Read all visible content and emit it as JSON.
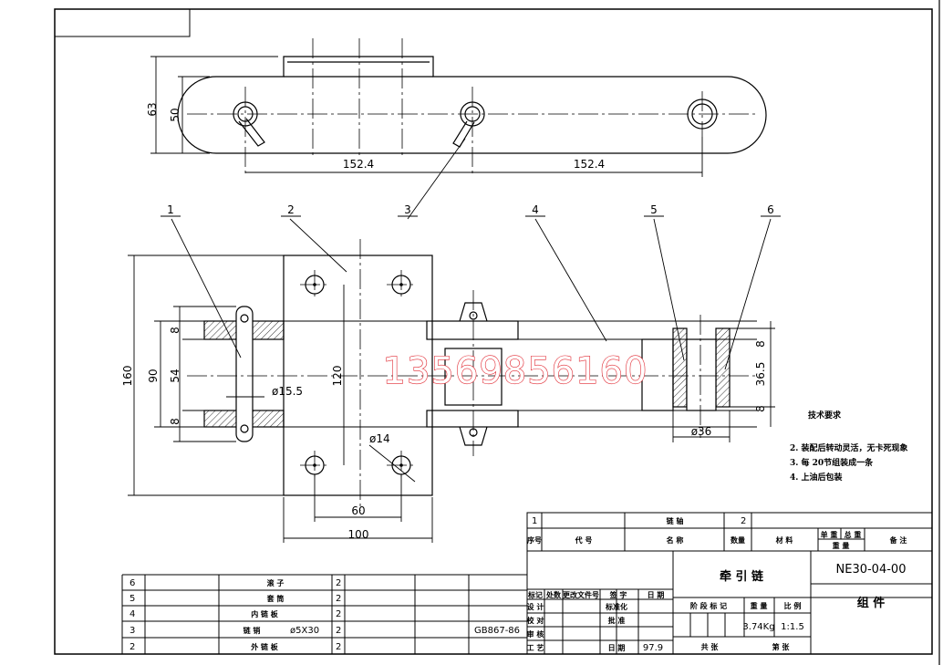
{
  "dimensions": {
    "top_height_outer": "63",
    "top_height_inner": "50",
    "pitch_left": "152.4",
    "pitch_right": "152.4",
    "overall_height": "160",
    "inner_height": "90",
    "link_height": "54",
    "plate_thick_top": "8",
    "plate_thick_bottom": "8",
    "hole_spacing_v": "120",
    "pin_diameter": "ø15.5",
    "hole_diameter": "ø14",
    "hole_spacing_h": "60",
    "plate_width": "100",
    "roller_dia": "ø36",
    "right_thick_top": "8",
    "right_width": "36.5",
    "right_thick_bottom": "8"
  },
  "balloons": [
    "1",
    "2",
    "3",
    "4",
    "5",
    "6"
  ],
  "watermark": "13569856160",
  "tech_requirements": {
    "title": "技术要求",
    "items": [
      "2. 装配后转动灵活，无卡死现象",
      "3. 每 20节组装成一条",
      "4. 上油后包装"
    ]
  },
  "bom_rows": [
    {
      "no": "6",
      "name": "滚 子",
      "spec": "",
      "qty": "2",
      "std": ""
    },
    {
      "no": "5",
      "name": "套 筒",
      "spec": "",
      "qty": "2",
      "std": ""
    },
    {
      "no": "4",
      "name": "内 链 板",
      "spec": "",
      "qty": "2",
      "std": ""
    },
    {
      "no": "3",
      "name": "链 销",
      "spec": "ø5X30",
      "qty": "2",
      "std": "GB867-86"
    },
    {
      "no": "2",
      "name": "外 链 板",
      "spec": "",
      "qty": "2",
      "std": ""
    }
  ],
  "bom_upper": {
    "row1_no": "1",
    "row1_name": "链 轴",
    "row1_qty": "2",
    "h_no": "序号",
    "h_code": "代 号",
    "h_name": "名 称",
    "h_qty": "数量",
    "h_mat": "材 料",
    "h_unit_w": "单 重",
    "h_total_w": "总 重",
    "h_weight": "重 量",
    "h_note": "备 注"
  },
  "title_block": {
    "part_name": "牵 引 链",
    "drawing_no": "NE30-04-00",
    "type": "组 件",
    "weight": "3.74Kg",
    "scale": "1:1.5",
    "sheet_total": "共 张",
    "sheet_no": "第 张",
    "stage": "阶 段 标 记",
    "weight_label": "重 量",
    "scale_label": "比 例",
    "mark": "标记",
    "count": "处数",
    "change_doc": "更改文件号",
    "sign": "签 字",
    "date": "日 期",
    "design": "设 计",
    "std_check": "标准化",
    "check": "校 对",
    "review": "审 核",
    "approve": "批 准",
    "process": "工 艺",
    "date2": "日 期",
    "year": "97.9"
  }
}
